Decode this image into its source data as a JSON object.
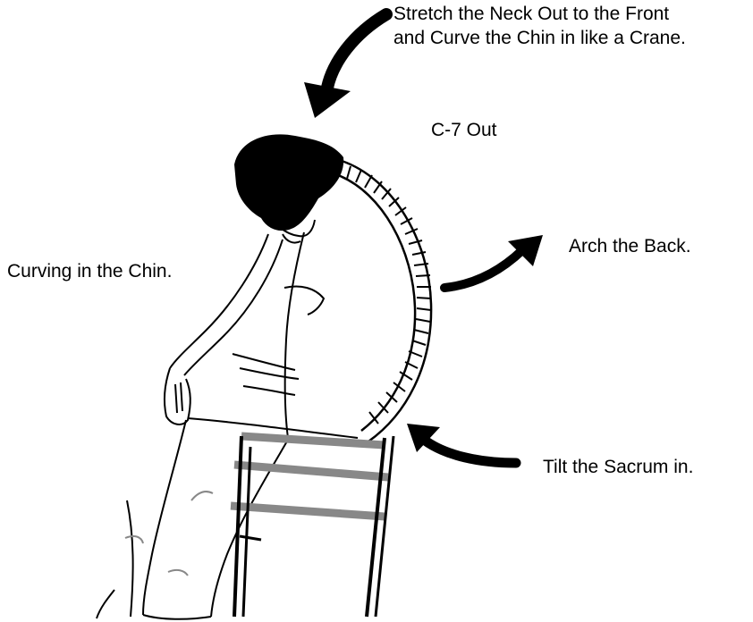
{
  "labels": {
    "neck_line1": "Stretch the Neck Out to the Front",
    "neck_line2": "and Curve the Chin in like a Crane.",
    "c7": "C-7 Out",
    "chin": "Curving in the Chin.",
    "arch": "Arch the Back.",
    "sacrum": "Tilt the Sacrum in."
  },
  "colors": {
    "ink": "#000000",
    "shading": "#888888",
    "background": "#ffffff"
  }
}
